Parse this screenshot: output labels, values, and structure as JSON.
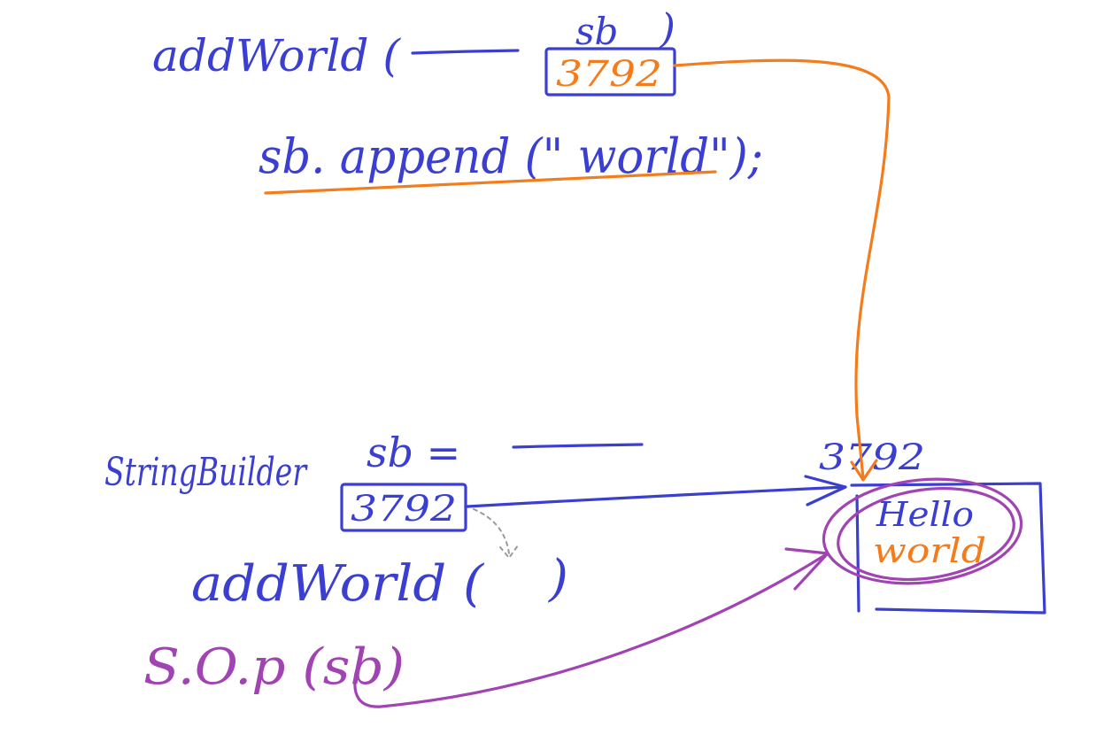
{
  "colors": {
    "background": "#ffffff",
    "ink_blue": "#3a3fd1",
    "ink_orange": "#f47c1c",
    "ink_purple": "#a143b3"
  },
  "method_frame": {
    "signature": "addWorld (",
    "param_name": "sb",
    "close_paren": ")",
    "param_value": "3792",
    "body_statement": "sb. append (\" world\");"
  },
  "caller_frame": {
    "type_name": "StringBuilder",
    "var_assign": "sb =",
    "var_value": "3792",
    "call": "addWorld (",
    "call_close": ")",
    "print_call": "S.O.p (sb)"
  },
  "heap_object": {
    "address": "3792",
    "line1": "Hello",
    "line2": "world"
  }
}
